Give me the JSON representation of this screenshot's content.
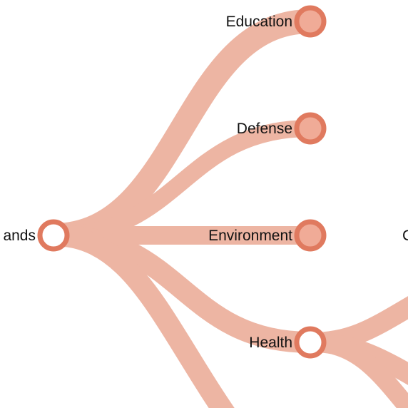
{
  "colors": {
    "link": "#edb5a3",
    "node_stroke": "#e07a5f",
    "node_fill_collapsed": "#f0ab97",
    "node_fill_expanded": "#ffffff",
    "text": "#111111",
    "background": "#ffffff"
  },
  "tree": {
    "root": {
      "label": "ands",
      "state": "expanded"
    },
    "children": [
      {
        "label": "Education",
        "state": "collapsed"
      },
      {
        "label": "Defense",
        "state": "collapsed"
      },
      {
        "label": "Environment",
        "state": "collapsed"
      },
      {
        "label": "Health",
        "state": "expanded"
      }
    ],
    "offscreen_label_fragment": "C"
  }
}
